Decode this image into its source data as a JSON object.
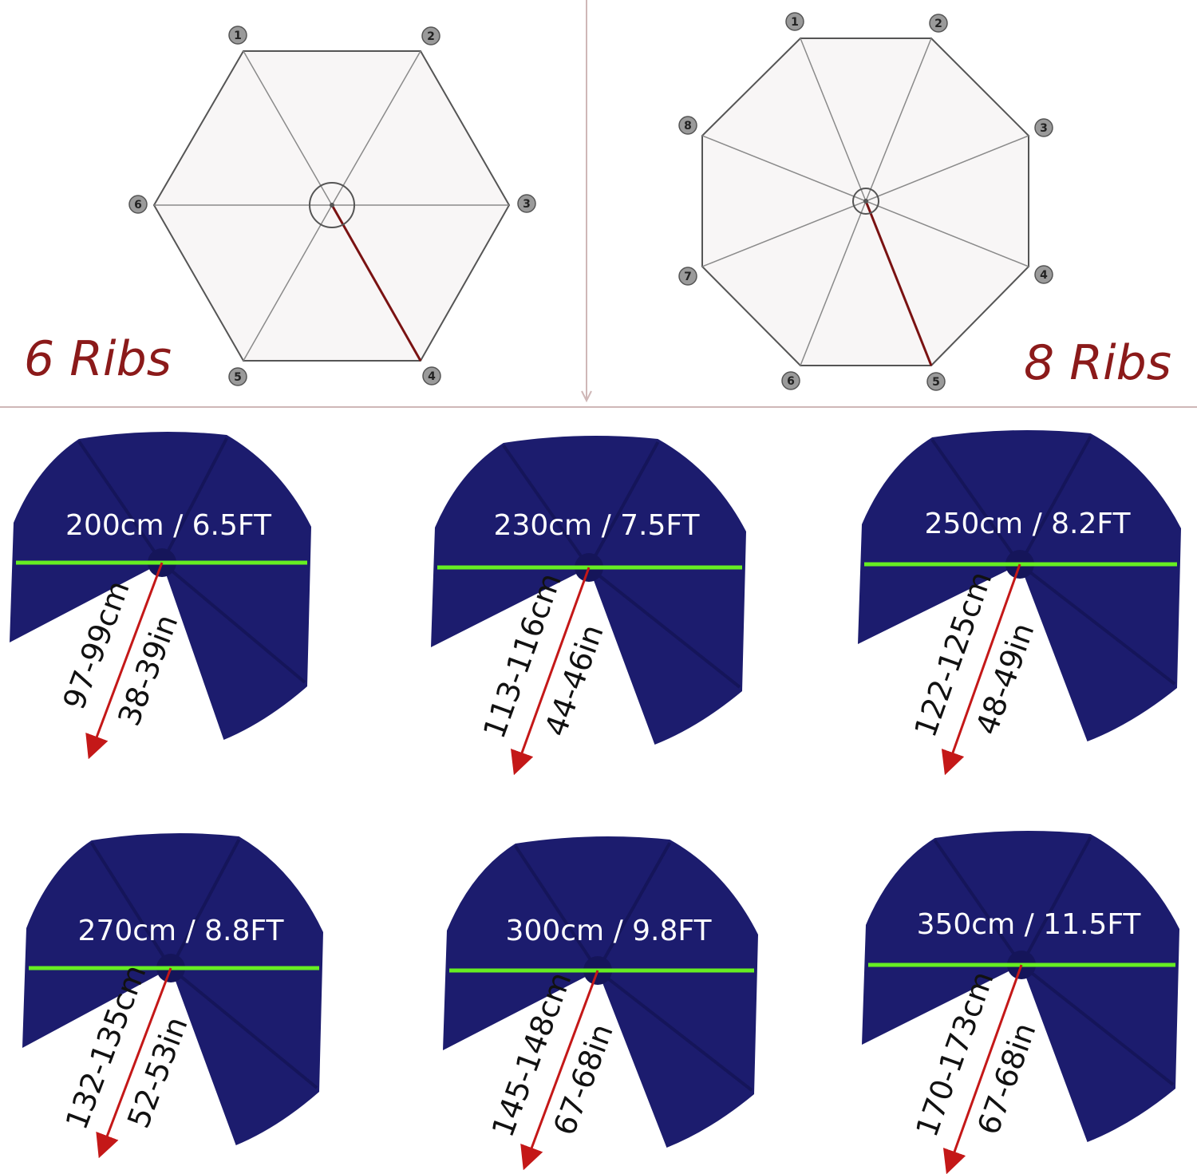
{
  "colors": {
    "canopy": "#1c1c6e",
    "canopy_shade": "#15155a",
    "diameter_line": "#66ee22",
    "rib_arrow": "#c41818",
    "ribs_label": "#8b1a1a",
    "frame_line": "#555555",
    "frame_fill": "#f8f6f6",
    "divider": "#cfb7b7",
    "rib_highlight": "#7a1212"
  },
  "rib_diagrams": [
    {
      "label": "6 Ribs",
      "rib_count": 6,
      "numbers": [
        "1",
        "2",
        "3",
        "4",
        "5",
        "6"
      ]
    },
    {
      "label": "8 Ribs",
      "rib_count": 8,
      "numbers": [
        "1",
        "2",
        "3",
        "4",
        "5",
        "6",
        "7",
        "8"
      ]
    }
  ],
  "sizes": [
    {
      "diameter": "200cm / 6.5FT",
      "rib_cm": "97-99cm",
      "rib_in": "38-39in"
    },
    {
      "diameter": "230cm / 7.5FT",
      "rib_cm": "113-116cm",
      "rib_in": "44-46in"
    },
    {
      "diameter": "250cm / 8.2FT",
      "rib_cm": "122-125cm",
      "rib_in": "48-49in"
    },
    {
      "diameter": "270cm / 8.8FT",
      "rib_cm": "132-135cm",
      "rib_in": "52-53in"
    },
    {
      "diameter": "300cm / 9.8FT",
      "rib_cm": "145-148cm",
      "rib_in": "67-68in"
    },
    {
      "diameter": "350cm / 11.5FT",
      "rib_cm": "170-173cm",
      "rib_in": "67-68in"
    }
  ]
}
